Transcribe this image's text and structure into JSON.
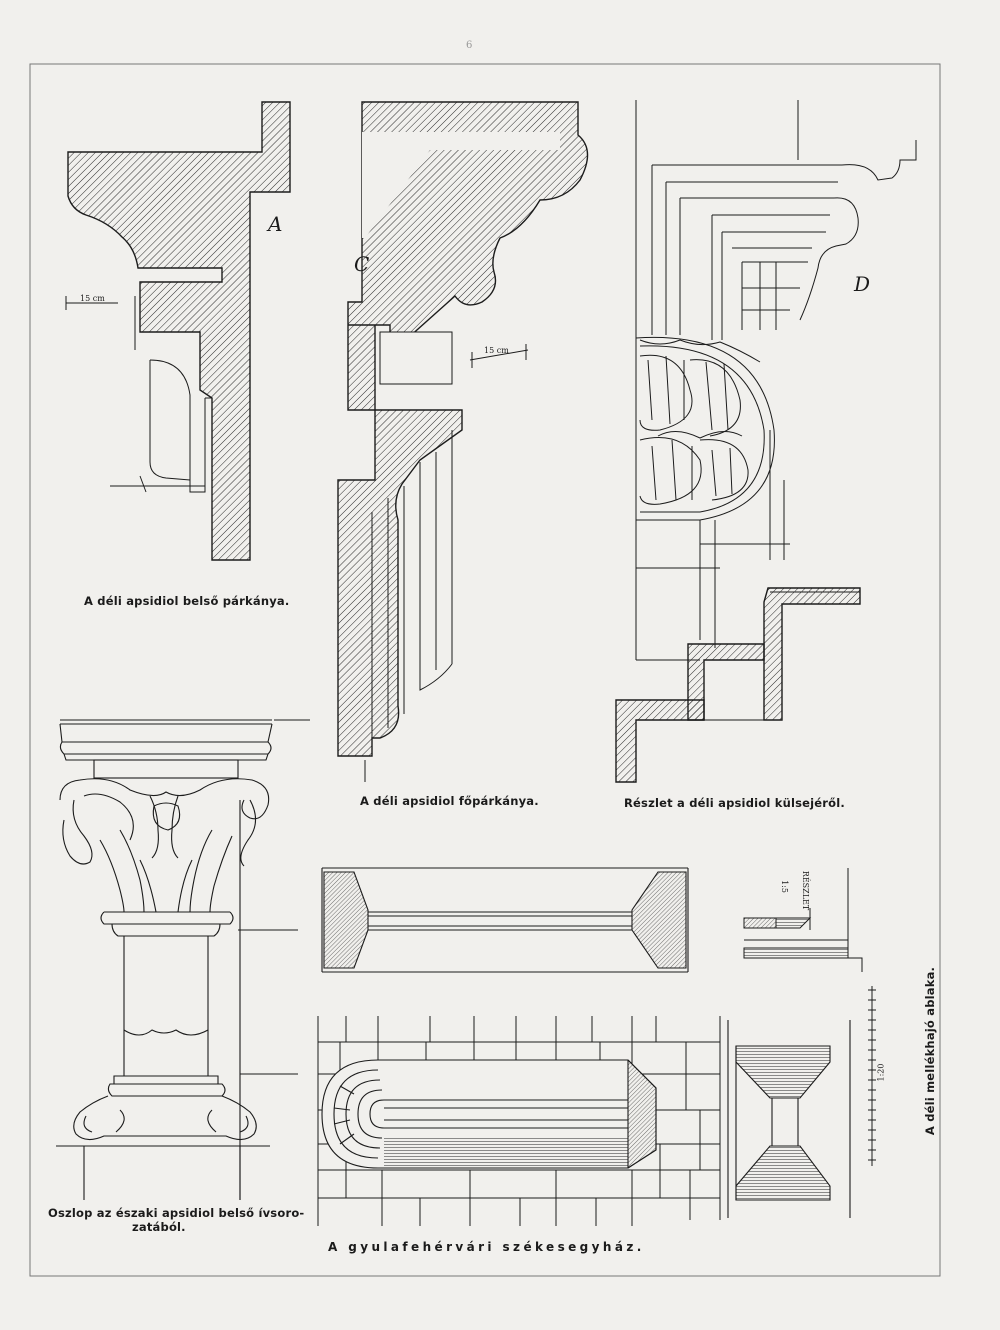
{
  "page_number": "6",
  "figures": {
    "a": {
      "letter": "A",
      "caption": "A déli apsidiol belső párkánya.",
      "dimension_note": "15 cm"
    },
    "c": {
      "letter": "C",
      "caption": "A déli apsidiol főpárkánya.",
      "dimension_note": "15 cm"
    },
    "d": {
      "letter": "D",
      "caption": "Részlet a déli apsidiol külsejéről."
    },
    "column": {
      "caption_line1": "Oszlop az északi apsidiol belső ívsoro-",
      "caption_line2": "zatából."
    },
    "window": {
      "caption": "A déli mellékhajó ablaka.",
      "detail_note": "RÉSZLET",
      "detail_ratio": "1:5",
      "scale_ratio": "1:20"
    }
  },
  "plate_title": "A gyulafehérvári székesegyház."
}
